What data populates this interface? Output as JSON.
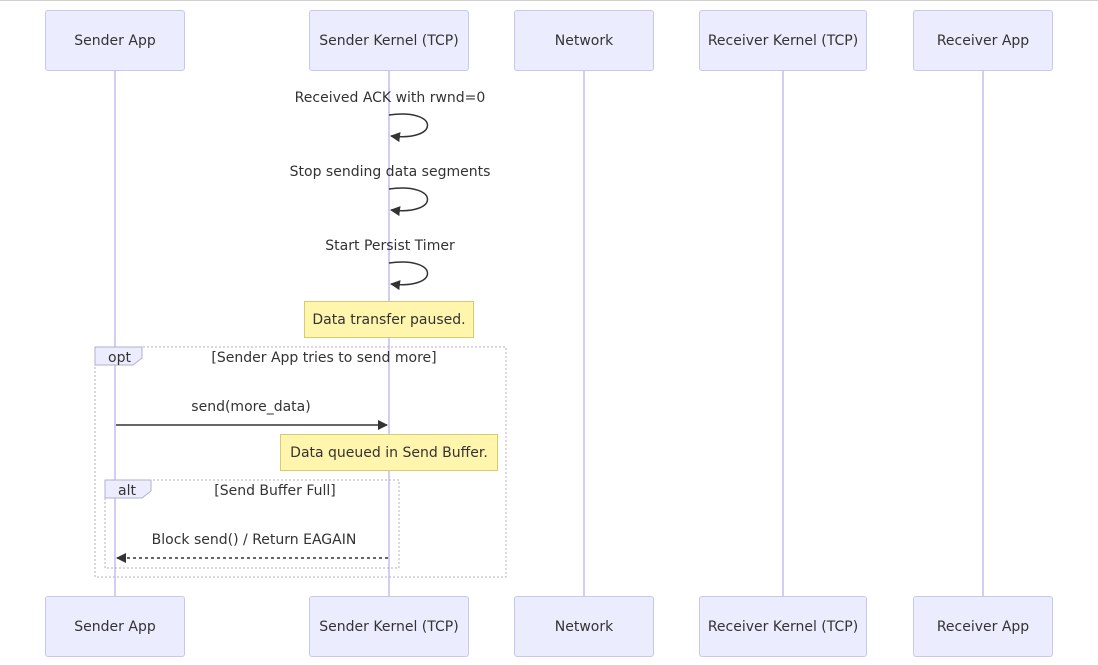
{
  "actors": [
    "Sender App",
    "Sender Kernel (TCP)",
    "Network",
    "Receiver Kernel (TCP)",
    "Receiver App"
  ],
  "messages": {
    "self1": "Received ACK with rwnd=0",
    "self2": "Stop sending data segments",
    "self3": "Start Persist Timer",
    "send": "send(more_data)",
    "block": "Block send() / Return EAGAIN"
  },
  "notes": {
    "paused": "Data transfer paused.",
    "queued": "Data queued in Send Buffer."
  },
  "frames": {
    "opt": {
      "tag": "opt",
      "condition": "[Sender App tries to send more]"
    },
    "alt": {
      "tag": "alt",
      "condition": "[Send Buffer Full]"
    }
  },
  "colors": {
    "actor_fill": "#ececff",
    "actor_border": "#c7c7ef",
    "lifeline": "#d3cdf5",
    "note_fill": "#fff5ad",
    "note_border": "#d6cc6e",
    "frame_border": "#b0b0c8",
    "arrow": "#333333"
  }
}
